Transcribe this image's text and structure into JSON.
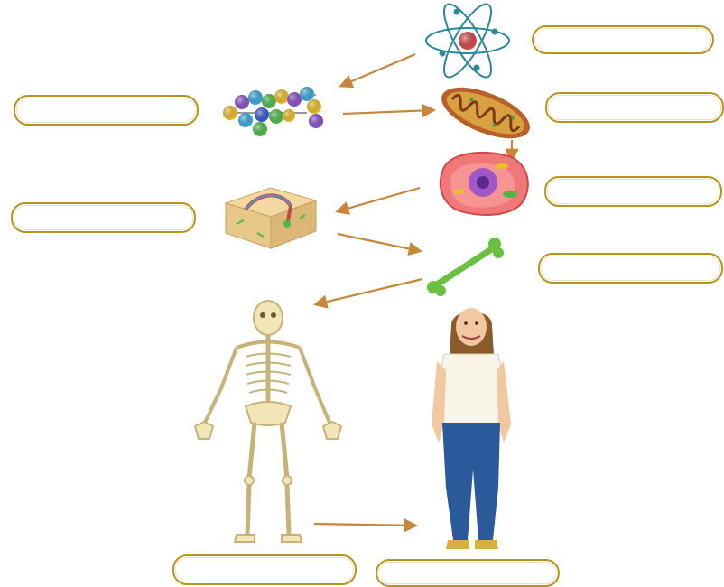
{
  "diagram": {
    "topic": "levels-of-organization",
    "arrow_color": "#c8863a",
    "box_border_color": "#b8941e",
    "stages": [
      {
        "id": "atom",
        "icon": "atom-icon",
        "answer": ""
      },
      {
        "id": "molecule",
        "icon": "molecule-icon",
        "answer": ""
      },
      {
        "id": "organelle",
        "icon": "mitochondrion-icon",
        "answer": ""
      },
      {
        "id": "cell",
        "icon": "cell-icon",
        "answer": ""
      },
      {
        "id": "tissue",
        "icon": "tissue-icon",
        "answer": ""
      },
      {
        "id": "organ",
        "icon": "bone-icon",
        "answer": ""
      },
      {
        "id": "organ-system",
        "icon": "skeleton-icon",
        "answer": ""
      },
      {
        "id": "organism",
        "icon": "person-icon",
        "answer": ""
      }
    ]
  }
}
